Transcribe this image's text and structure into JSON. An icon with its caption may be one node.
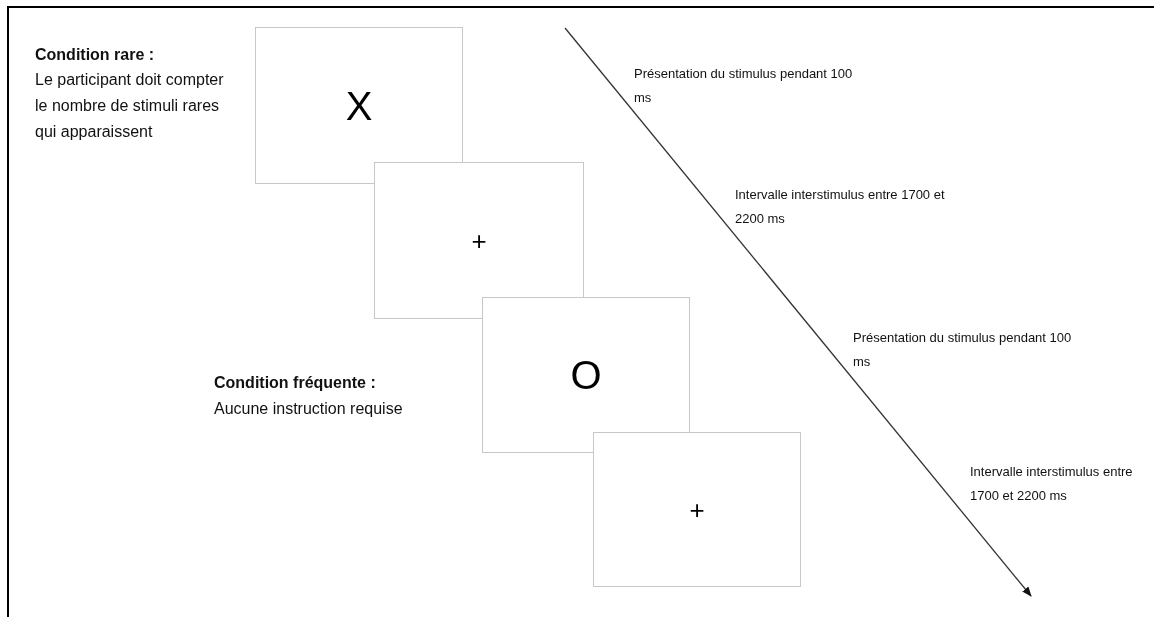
{
  "diagram": {
    "nodes": [
      {
        "text": [
          "X"
        ]
      },
      {
        "text": [
          "+"
        ]
      },
      {
        "text": [
          "O"
        ]
      },
      {
        "text": [
          "+"
        ]
      }
    ],
    "labels": [
      "Condition rare :",
      "Le participant doit compter le nombre de stimuli rares qui apparaissent",
      "Présentation du stimulus pendant 100 ms",
      "Intervalle interstimulus entre 1700 et 2200 ms",
      "Présentation du stimulus pendant 100 ms",
      "Condition fréquente :",
      "Aucune instruction requise",
      "Intervalle interstimulus entre 1700 et 2200 ms"
    ]
  }
}
